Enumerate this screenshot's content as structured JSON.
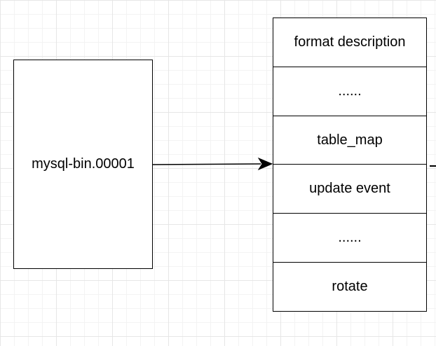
{
  "file": {
    "label": "mysql-bin.00001"
  },
  "events": [
    {
      "label": "format description"
    },
    {
      "label": "......"
    },
    {
      "label": "table_map"
    },
    {
      "label": "update event"
    },
    {
      "label": "......"
    },
    {
      "label": "rotate"
    }
  ],
  "colors": {
    "stroke": "#000000",
    "background": "#ffffff",
    "grid": "#e6e6e6"
  }
}
